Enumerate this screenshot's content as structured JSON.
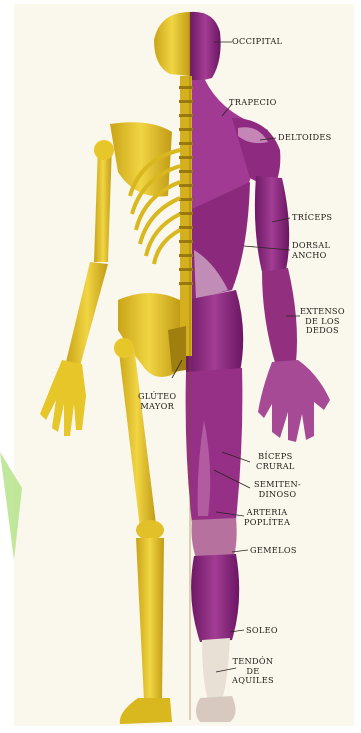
{
  "labels": {
    "occipital": "OCCIPITAL",
    "trapecio": "TRAPECIO",
    "deltoides": "DELTOIDES",
    "triceps": "TRÍCEPS",
    "dorsal_ancho": "DORSAL\nANCHO",
    "extensor_dedos": "EXTENSO\nDE LOS\nDEDOS",
    "gluteo_mayor": "GLÚTEO\nMAYOR",
    "biceps_crural": "BÍCEPS\nCRURAL",
    "semitendinoso": "SEMITEN-\nDINOSO",
    "arteria_poplitea": "ARTERIA\nPOPLÍTEA",
    "gemelos": "GEMELOS",
    "soleo": "SOLEO",
    "tendon_aquiles": "TENDÓN\nDE\nAQUILES"
  },
  "colors": {
    "paper": "#faf7ec",
    "bone": "#e6c629",
    "bone_shadow": "#b08d12",
    "muscle": "#9a2f8a",
    "muscle_dark": "#5e1456",
    "muscle_light": "#c979b8",
    "tendon": "#e8dfd5",
    "leader": "#2a2622",
    "watermark": "#b5e38a"
  }
}
